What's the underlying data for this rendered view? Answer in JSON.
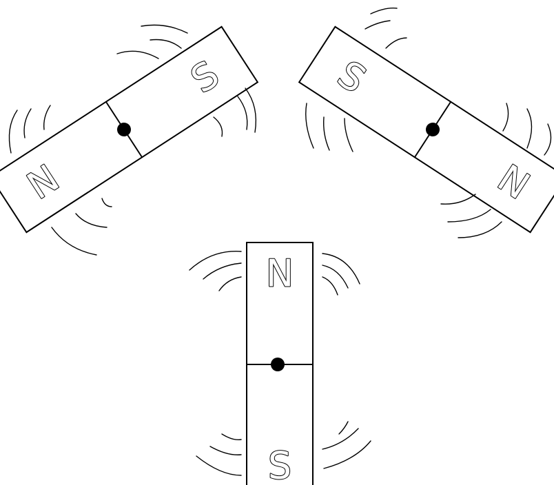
{
  "magnets": [
    {
      "id": "left",
      "north_label": "N",
      "south_label": "S"
    },
    {
      "id": "right",
      "north_label": "N",
      "south_label": "S"
    },
    {
      "id": "bottom",
      "north_label": "N",
      "south_label": "S"
    }
  ],
  "colors": {
    "stroke": "#000000",
    "fill": "#ffffff",
    "pivot": "#000000"
  }
}
